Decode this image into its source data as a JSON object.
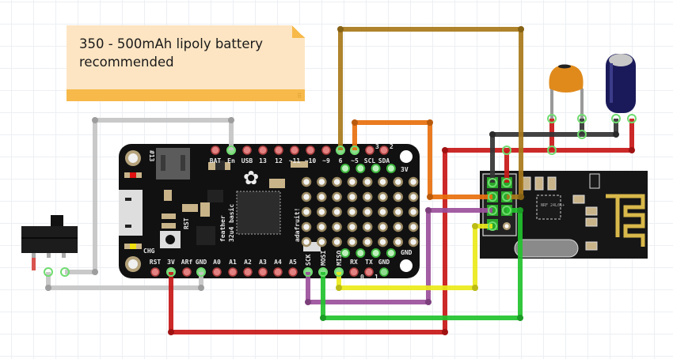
{
  "note": {
    "text": "350 - 500mAh lipoly battery recommended",
    "grip_icon": "resize-grip-icon"
  },
  "feather_board": {
    "name": "feather",
    "model": "32u4 basic",
    "brand": "adafruit!",
    "labels": {
      "l13": "#13",
      "chg": "CHG",
      "rst_button": "RST",
      "logo_icon": "adafruit-star-icon"
    },
    "top_pins": [
      "",
      "BAT",
      "En",
      "USB",
      "13",
      "12",
      "~11",
      "~10",
      "~9",
      "6",
      "~5",
      "SCL",
      "SDA"
    ],
    "top_pin_numbers": [
      "3",
      "2"
    ],
    "bottom_pins": [
      "RST",
      "3V",
      "ARf",
      "GND",
      "A0",
      "A1",
      "A2",
      "A3",
      "A4",
      "A5",
      "SCK",
      "MOSI",
      "MISO",
      "RX",
      "TX",
      "GND"
    ],
    "bottom_pin_numbers": [
      "0",
      "1"
    ],
    "rail_labels": [
      "3V",
      "GND"
    ]
  },
  "radio_module": {
    "chip": "NRF 24L01+"
  },
  "wire_colors": {
    "white_gray": "#c4c4c4",
    "red": "#c81717",
    "black": "#333333",
    "orange": "#e8700d",
    "brown": "#a87a1a",
    "purple": "#9b4f9b",
    "yellow": "#eaea1a",
    "green": "#22c22e"
  }
}
